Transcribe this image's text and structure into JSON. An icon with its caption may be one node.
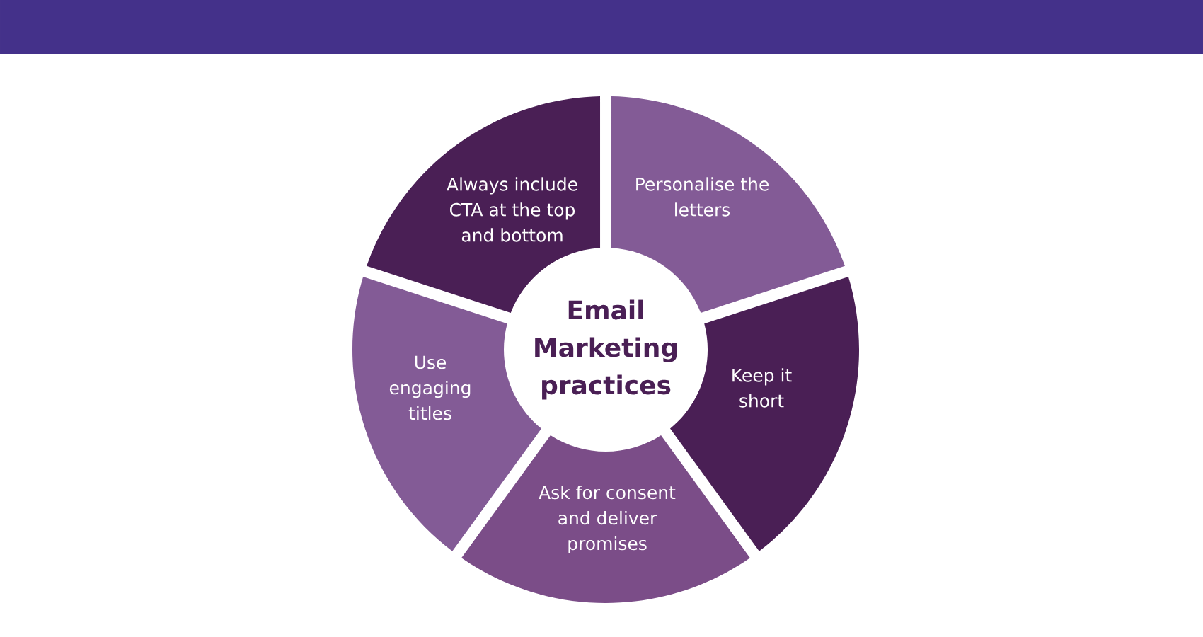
{
  "diagram": {
    "nodes": [
      {
        "text": [
          "Email Marketing practices"
        ]
      },
      {
        "text": [
          "Always include CTA at the top and bottom"
        ]
      },
      {
        "text": [
          "Personalise the letters"
        ]
      },
      {
        "text": [
          "Keep it short"
        ]
      },
      {
        "text": [
          "Ask for consent and deliver promises"
        ]
      },
      {
        "text": [
          "Use engaging titles"
        ]
      }
    ]
  }
}
